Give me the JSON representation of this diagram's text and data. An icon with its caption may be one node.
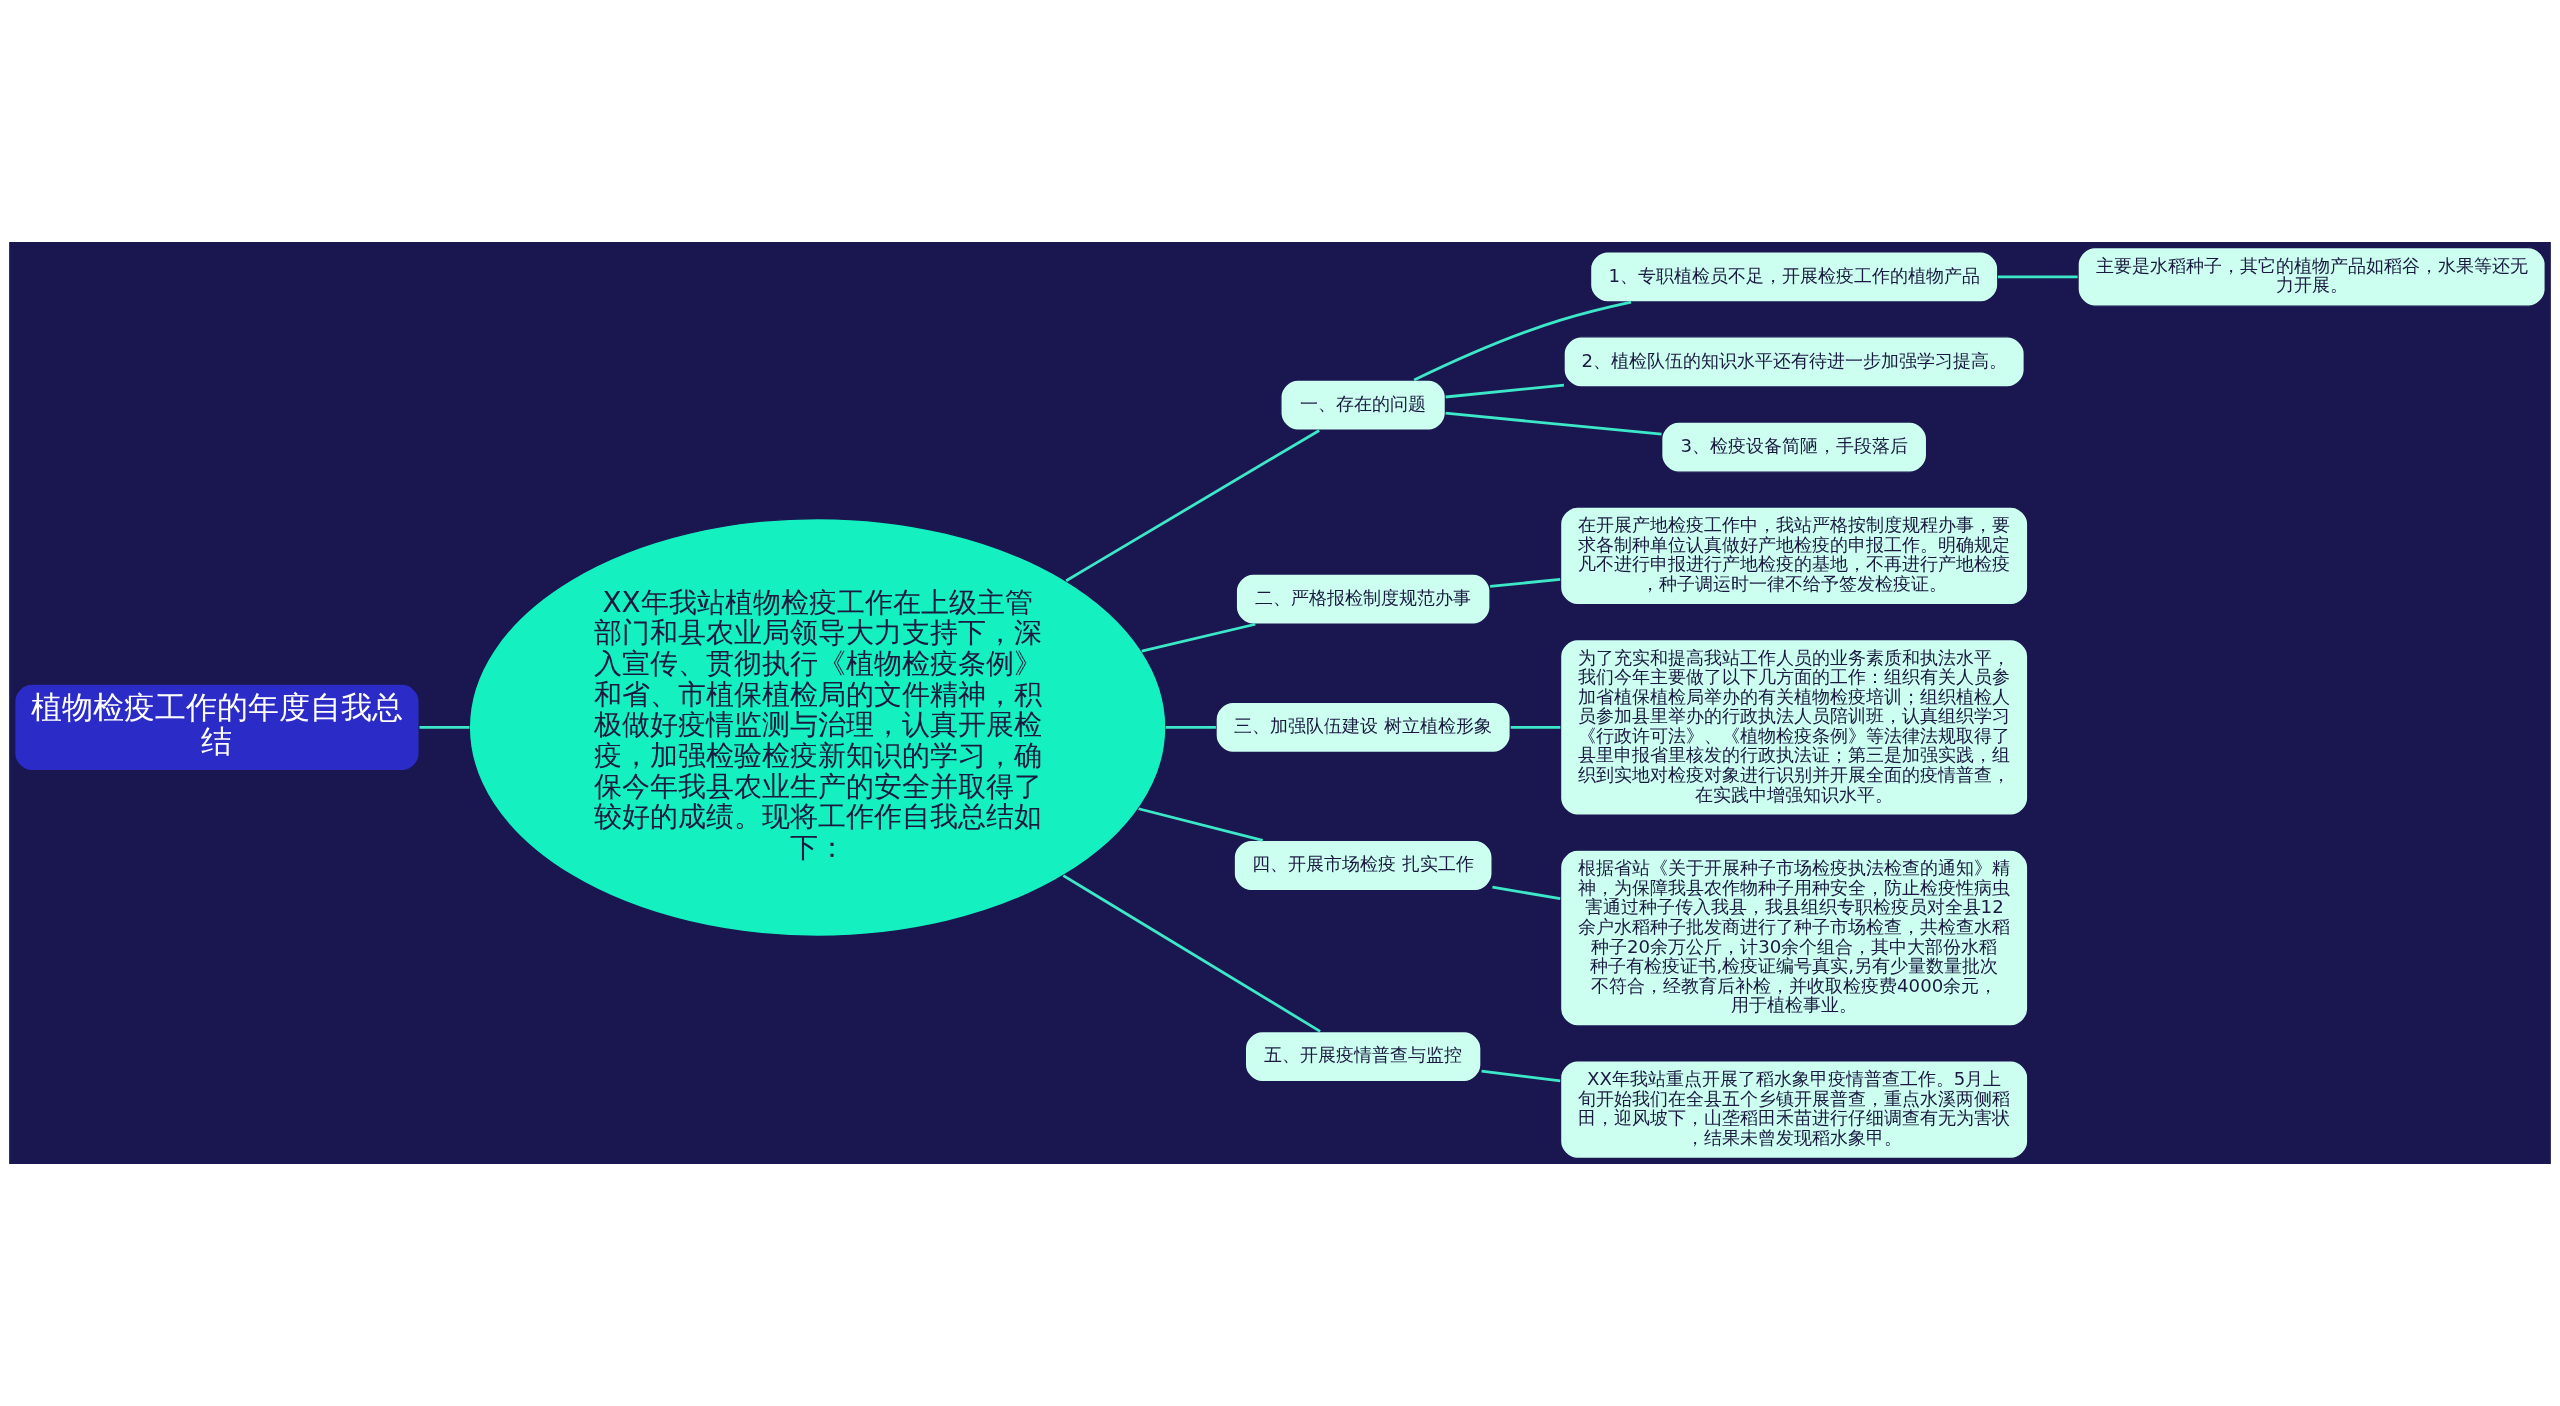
{
  "diagram": {
    "nodes": [
      {
        "text": [
          "植物检疫工作的年度自我总结"
        ]
      },
      {
        "text": [
          "XX年我站植物检疫工作在上级主管部门和县农业局领导大力支持下，深入宣传、贯彻执行《植物检疫条例》和省、市植保植检局的文件精神，积极做好疫情监测与治理，认真开展检疫，加强检验检疫新知识的学习，确保今年我县农业生产的安全并取得了较好的成绩。现将工作作自我总结如下："
        ]
      },
      {
        "text": [
          "一、存在的问题"
        ]
      },
      {
        "text": [
          "1、专职植检员不足，开展检疫工作的植物产品"
        ]
      },
      {
        "text": [
          "主要是水稻种子，其它的植物产品如稻谷，水果等还无力开展。"
        ]
      },
      {
        "text": [
          "2、植检队伍的知识水平还有待进一步加强学习提高。"
        ]
      },
      {
        "text": [
          "3、检疫设备简陋，手段落后"
        ]
      },
      {
        "text": [
          "二、严格报检制度规范办事"
        ]
      },
      {
        "text": [
          "在开展产地检疫工作中，我站严格按制度规程办事，要求各制种单位认真做好产地检疫的申报工作。明确规定凡不进行申报进行产地检疫的基地，不再进行产地检疫，种子调运时一律不给予签发检疫证。"
        ]
      },
      {
        "text": [
          "三、加强队伍建设 树立植检形象"
        ]
      },
      {
        "text": [
          "为了充实和提高我站工作人员的业务素质和执法水平，我们今年主要做了以下几方面的工作：组织有关人员参加省植保植检局举办的有关植物检疫培训；组织植检人员参加县里举办的行政执法人员陪训班，认真组织学习《行政许可法》、《植物检疫条例》等法律法规取得了县里申报省里核发的行政执法证；第三是加强实践，组织到实地对检疫对象进行识别并开展全面的疫情普查，在实践中增强知识水平。"
        ]
      },
      {
        "text": [
          "四、开展市场检疫 扎实工作"
        ]
      },
      {
        "text": [
          "根据省站《关于开展种子市场检疫执法检查的通知》精神，为保障我县农作物种子用种安全，防止检疫性病虫害通过种子传入我县，我县组织专职检疫员对全县12余户水稻种子批发商进行了种子市场检查，共检查水稻种子20余万公斤，计30余个组合，其中大部份水稻种子有检疫证书,检疫证编号真实,另有少量数量批次不符合，经教育后补检，并收取检疫费4000余元，用于植检事业。"
        ]
      },
      {
        "text": [
          "五、开展疫情普查与监控"
        ]
      },
      {
        "text": [
          "XX年我站重点开展了稻水象甲疫情普查工作。5月上旬开始我们在全县五个乡镇开展普查，重点水溪两侧稻田，迎风坡下，山垄稻田禾苗进行仔细调查有无为害状，结果未曾发现稻水象甲。"
        ]
      }
    ],
    "edges": [
      {
        "from": 0,
        "to": 1,
        "arrow": "none"
      },
      {
        "from": 1,
        "to": 2,
        "arrow": "none"
      },
      {
        "from": 2,
        "to": 3,
        "arrow": "none"
      },
      {
        "from": 3,
        "to": 4,
        "arrow": "none"
      },
      {
        "from": 2,
        "to": 5,
        "arrow": "none"
      },
      {
        "from": 2,
        "to": 6,
        "arrow": "none"
      },
      {
        "from": 1,
        "to": 7,
        "arrow": "none"
      },
      {
        "from": 7,
        "to": 8,
        "arrow": "none"
      },
      {
        "from": 1,
        "to": 9,
        "arrow": "none"
      },
      {
        "from": 9,
        "to": 10,
        "arrow": "none"
      },
      {
        "from": 1,
        "to": 11,
        "arrow": "none"
      },
      {
        "from": 11,
        "to": 12,
        "arrow": "none"
      },
      {
        "from": 1,
        "to": 13,
        "arrow": "none"
      },
      {
        "from": 13,
        "to": 14,
        "arrow": "none"
      }
    ]
  }
}
